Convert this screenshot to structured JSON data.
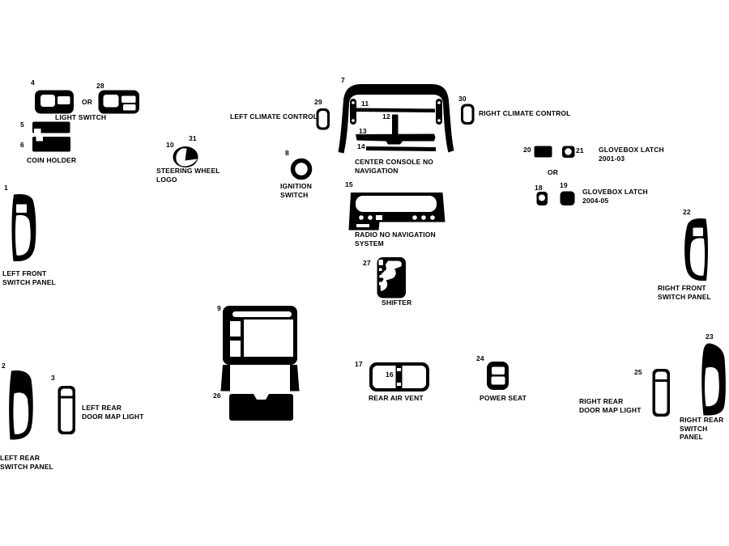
{
  "colors": {
    "ink": "#000000",
    "paper": "#ffffff"
  },
  "numbers": {
    "n1": "1",
    "n2": "2",
    "n3": "3",
    "n4": "4",
    "n5": "5",
    "n6": "6",
    "n7": "7",
    "n8": "8",
    "n9": "9",
    "n10": "10",
    "n11": "11",
    "n12": "12",
    "n13": "13",
    "n14": "14",
    "n15": "15",
    "n16": "16",
    "n17": "17",
    "n18": "18",
    "n19": "19",
    "n20": "20",
    "n21": "21",
    "n22": "22",
    "n23": "23",
    "n24": "24",
    "n25": "25",
    "n26": "26",
    "n27": "27",
    "n28": "28",
    "n29": "29",
    "n30": "30",
    "n31": "31"
  },
  "labels": {
    "light_switch": "LIGHT SWITCH",
    "or_light": "OR",
    "coin_holder": "COIN HOLDER",
    "steering_wheel_logo": "STEERING WHEEL\nLOGO",
    "left_climate_control": "LEFT CLIMATE CONTROL",
    "right_climate_control": "RIGHT CLIMATE CONTROL",
    "center_console": "CENTER CONSOLE NO\nNAVIGATION",
    "ignition_switch": "IGNITION\nSWITCH",
    "radio": "RADIO NO NAVIGATION\nSYSTEM",
    "glovebox_2001": "GLOVEBOX LATCH\n2001-03",
    "or_glovebox": "OR",
    "glovebox_2004": "GLOVEBOX LATCH\n2004-05",
    "left_front_switch_panel": "LEFT FRONT\nSWITCH PANEL",
    "right_front_switch_panel": "RIGHT FRONT\nSWITCH PANEL",
    "shifter": "SHIFTER",
    "rear_air_vent": "REAR AIR VENT",
    "power_seat": "POWER SEAT",
    "left_rear_switch_panel": "LEFT REAR\nSWITCH PANEL",
    "left_rear_door_map_light": "LEFT REAR\nDOOR MAP LIGHT",
    "right_rear_door_map_light": "RIGHT REAR\nDOOR MAP LIGHT",
    "right_rear_switch_panel": "RIGHT REAR\nSWITCH PANEL"
  }
}
